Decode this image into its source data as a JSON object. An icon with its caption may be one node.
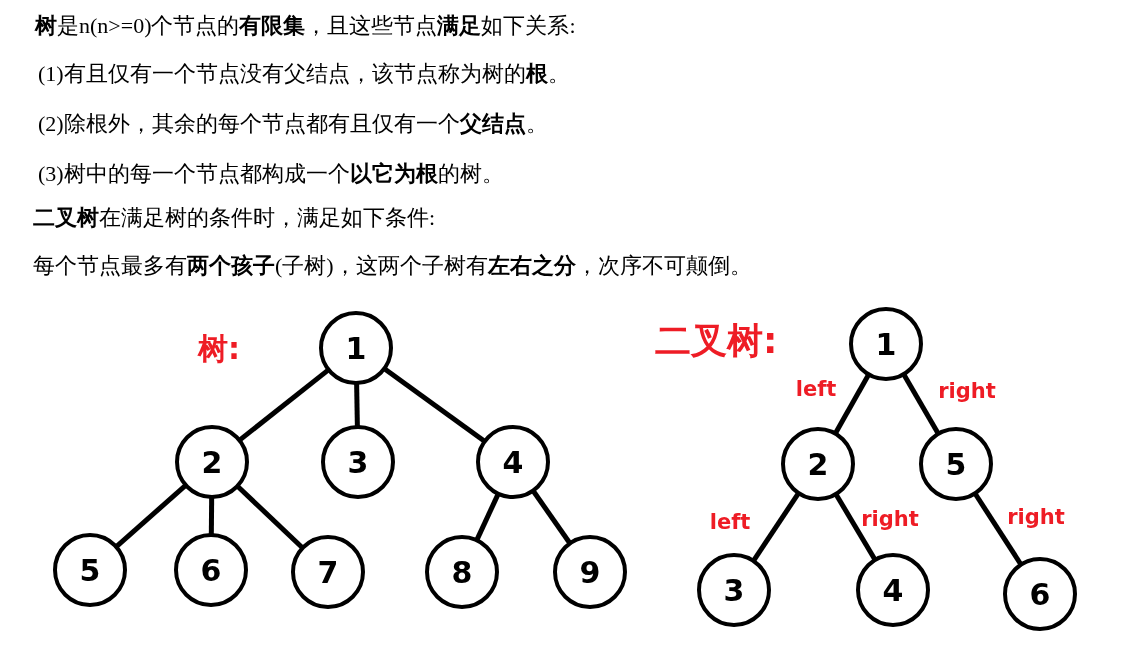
{
  "diagram": {
    "nodes": [
      {
        "text": [
          "1"
        ]
      },
      {
        "text": [
          "2"
        ]
      },
      {
        "text": [
          "3"
        ]
      },
      {
        "text": [
          "4"
        ]
      },
      {
        "text": [
          "5"
        ]
      },
      {
        "text": [
          "6"
        ]
      },
      {
        "text": [
          "7"
        ]
      },
      {
        "text": [
          "8"
        ]
      },
      {
        "text": [
          "9"
        ]
      },
      {
        "text": [
          "1"
        ]
      },
      {
        "text": [
          "2"
        ]
      },
      {
        "text": [
          "5"
        ]
      },
      {
        "text": [
          "3"
        ]
      },
      {
        "text": [
          "4"
        ]
      },
      {
        "text": [
          "6"
        ]
      }
    ],
    "edges": [
      {
        "from": 0,
        "to": 1,
        "arrow": "none"
      },
      {
        "from": 0,
        "to": 2,
        "arrow": "none"
      },
      {
        "from": 0,
        "to": 3,
        "arrow": "none"
      },
      {
        "from": 1,
        "to": 4,
        "arrow": "none"
      },
      {
        "from": 1,
        "to": 5,
        "arrow": "none"
      },
      {
        "from": 1,
        "to": 6,
        "arrow": "none"
      },
      {
        "from": 3,
        "to": 7,
        "arrow": "none"
      },
      {
        "from": 3,
        "to": 8,
        "arrow": "none"
      },
      {
        "from": 9,
        "to": 10,
        "arrow": "none",
        "label": "left"
      },
      {
        "from": 9,
        "to": 11,
        "arrow": "none",
        "label": "right"
      },
      {
        "from": 10,
        "to": 12,
        "arrow": "none",
        "label": "left"
      },
      {
        "from": 10,
        "to": 13,
        "arrow": "none",
        "label": "right"
      },
      {
        "from": 11,
        "to": 14,
        "arrow": "none",
        "label": "right"
      }
    ],
    "labels": [
      "**树**是n(n>=0)个节点的**有限集**，且这些节点**满足**如下关系:",
      "(1)有且仅有一个节点没有父结点，该节点称为树的**根**。",
      "(2)除根外，其余的每个节点都有且仅有一个**父结点**。",
      "(3)树中的每一个节点都构成一个**以它为根**的树。",
      "**二叉树**在满足树的条件时，满足如下条件:",
      "每个节点最多有**两个孩子**(子树)，这两个子树有**左右之分**，次序不可颠倒。",
      "树:",
      "二叉树:"
    ]
  }
}
